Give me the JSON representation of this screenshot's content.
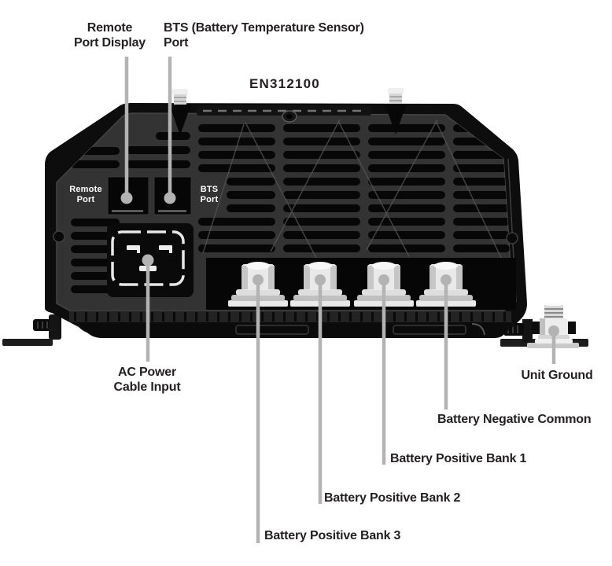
{
  "figure": {
    "model": "EN312100",
    "panel_labels": {
      "remote_port": "Remote\nPort",
      "bts_port": "BTS\nPort"
    },
    "callouts": {
      "remote_display": "Remote\nPort Display",
      "bts": "BTS (Battery Temperature Sensor)\nPort",
      "ac_input": "AC Power\nCable Input",
      "unit_ground": "Unit Ground",
      "battery_negative_common": "Battery Negative Common",
      "battery_positive_bank_1": "Battery Positive Bank 1",
      "battery_positive_bank_2": "Battery Positive Bank 2",
      "battery_positive_bank_3": "Battery Positive Bank 3"
    },
    "colors": {
      "leader": "#b3b3b3",
      "label_text": "#231f20",
      "body_dark": "#0d0d0d",
      "face": "#333333",
      "metal": "#e9e9e9"
    }
  }
}
